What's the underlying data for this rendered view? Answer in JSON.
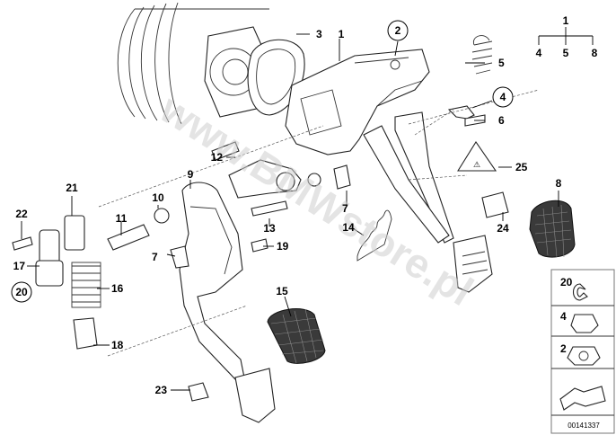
{
  "watermark": "www.BMWstore.pl",
  "document_id": "00141337",
  "warning_label": "&#34;",
  "callouts": {
    "c1": "1",
    "c2": "2",
    "c3": "3",
    "c4": "4",
    "c5": "5",
    "c6": "6",
    "c7a": "7",
    "c7b": "7",
    "c8": "8",
    "c9": "9",
    "c10": "10",
    "c11": "11",
    "c12": "12",
    "c13": "13",
    "c14": "14",
    "c15": "15",
    "c16": "16",
    "c17": "17",
    "c18": "18",
    "c19": "19",
    "c20": "20",
    "c21": "21",
    "c22": "22",
    "c23": "23",
    "c24": "24",
    "c25": "25"
  },
  "tree": {
    "root": "1",
    "children": [
      "4",
      "5",
      "8"
    ]
  },
  "kit_panel": {
    "items": [
      "20",
      "4",
      "2"
    ]
  },
  "colors": {
    "line": "#222222",
    "pad": "#3a3a3a",
    "watermark": "#cfcfcf"
  }
}
